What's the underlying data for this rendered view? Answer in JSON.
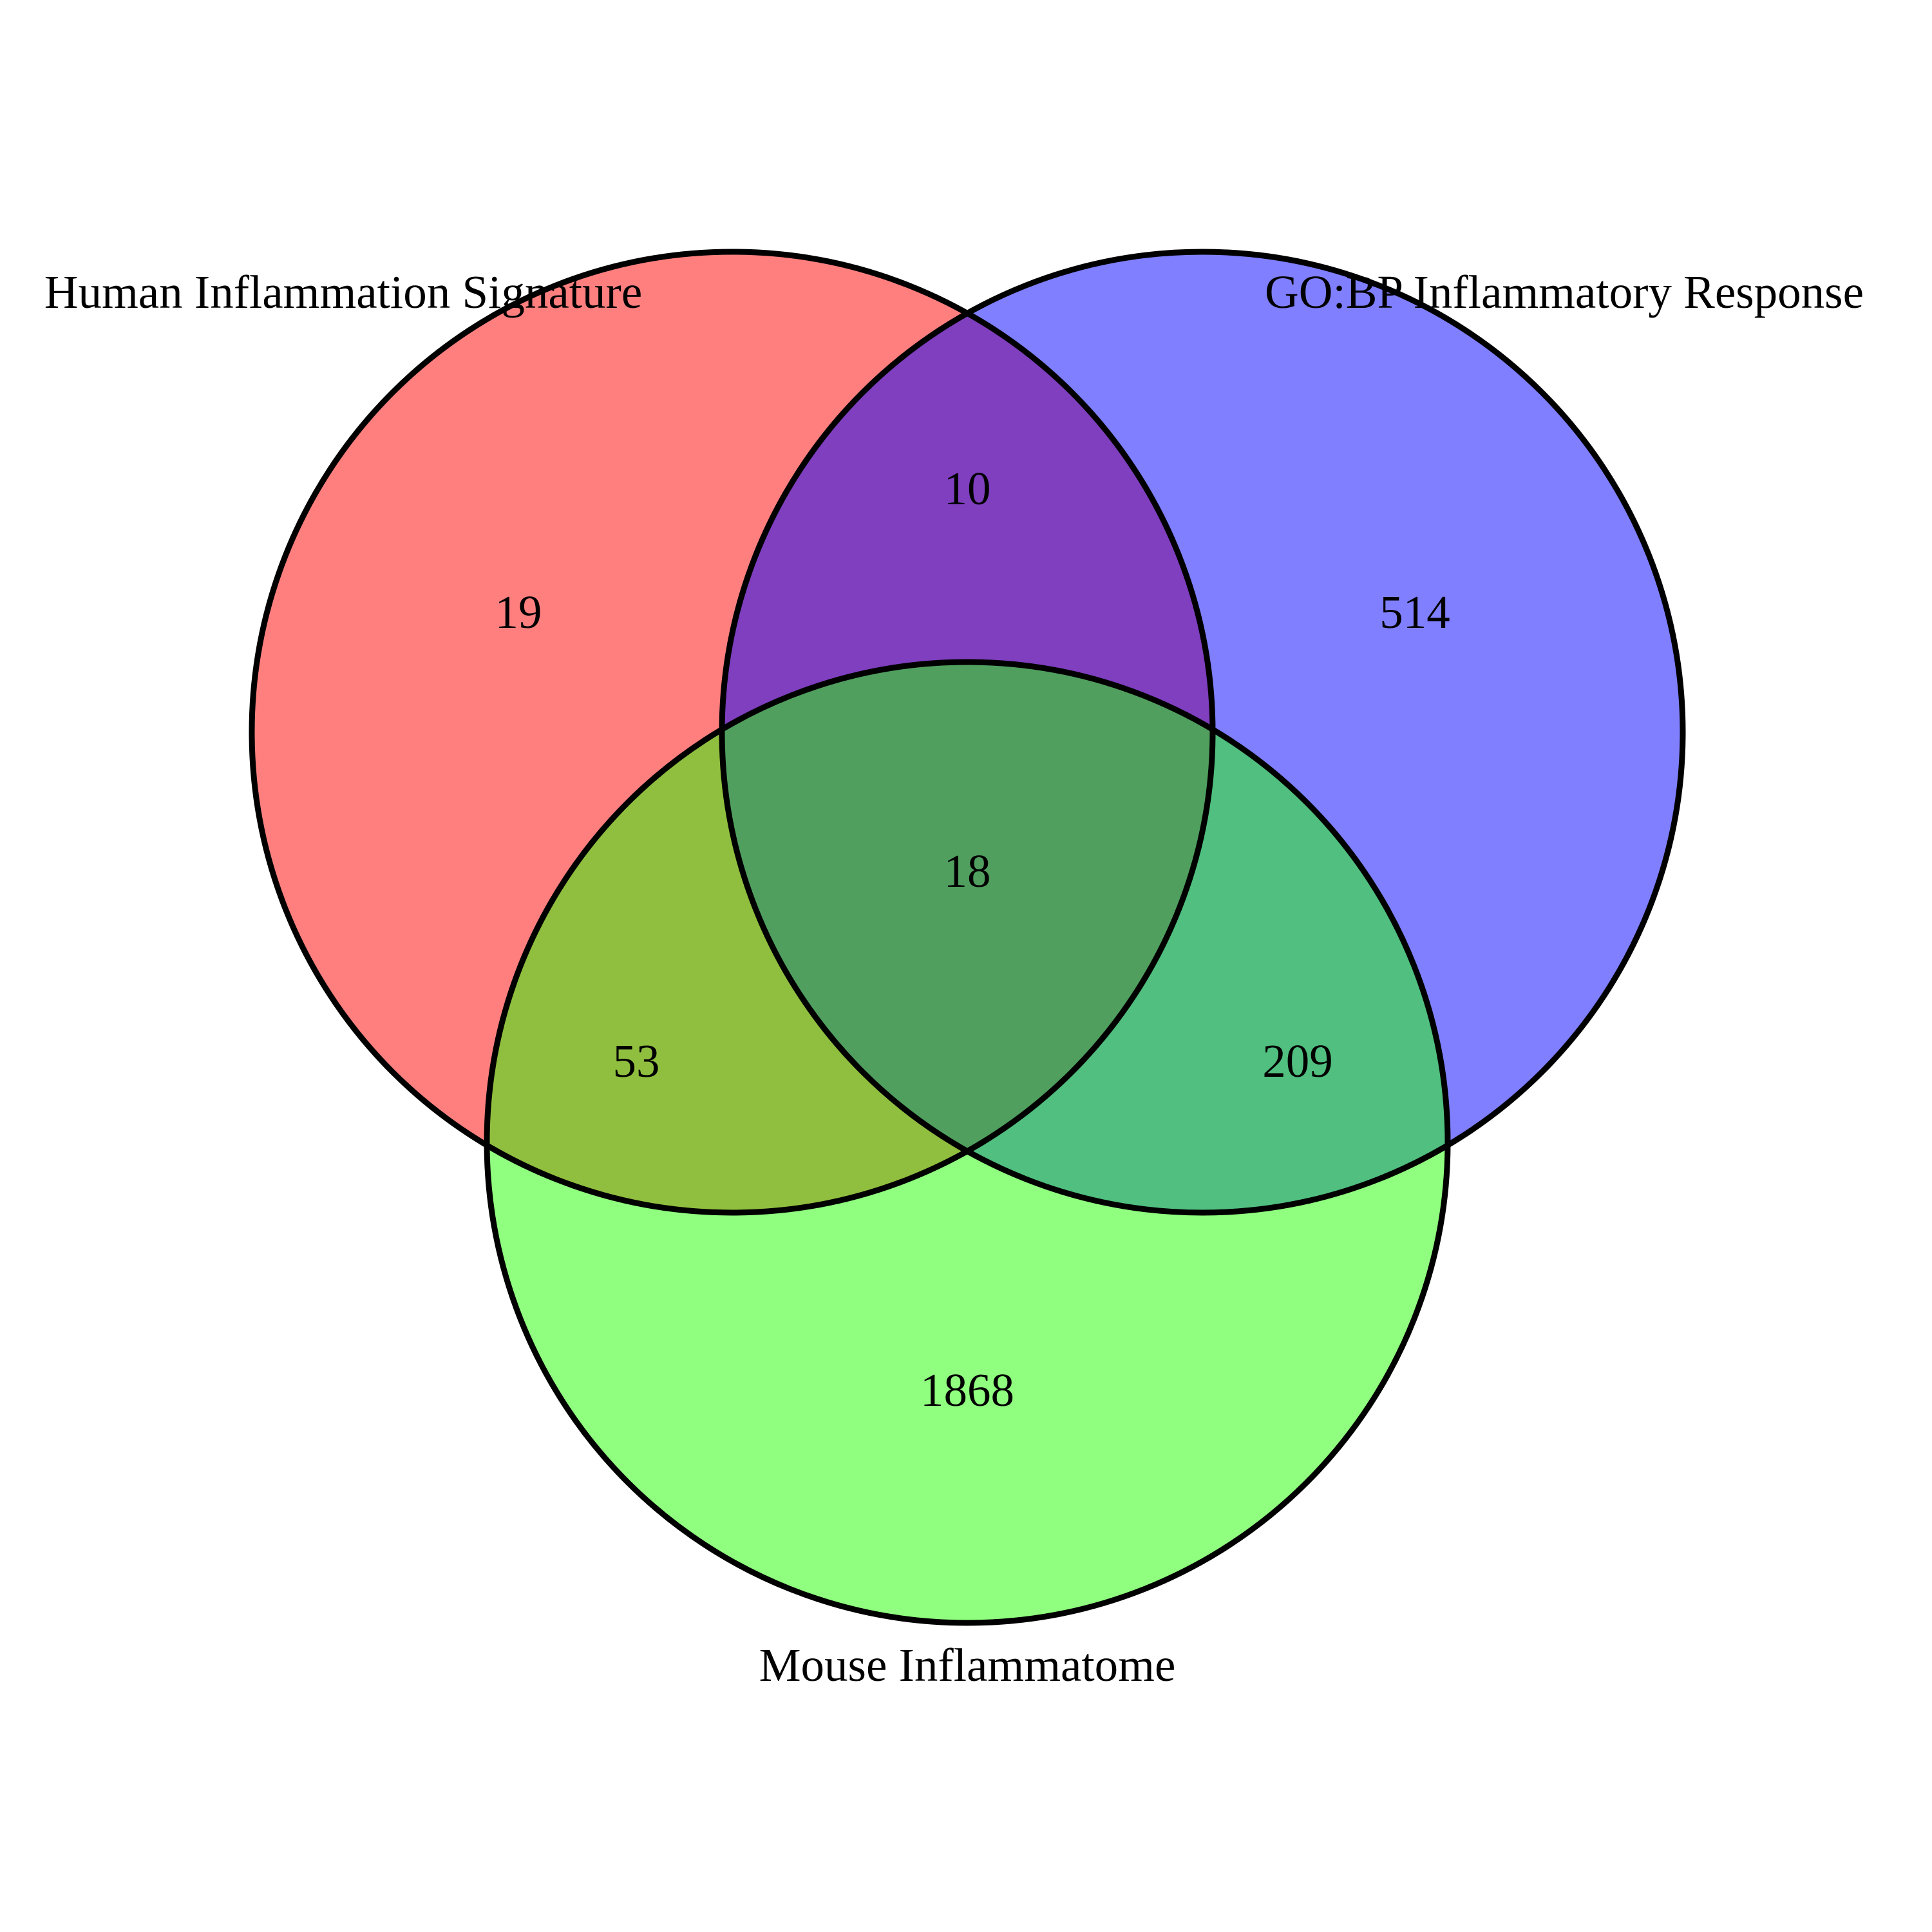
{
  "sets": [
    {
      "id": "human",
      "label": "Human Inflammation Signature",
      "color": "#ff0000",
      "opacity": 0.5
    },
    {
      "id": "gobp",
      "label": "GO:BP Inflammatory Response",
      "color": "#0000ff",
      "opacity": 0.5
    },
    {
      "id": "mouse",
      "label": "Mouse Inflammatome",
      "color": "#22ff00",
      "opacity": 0.5
    }
  ],
  "regions": {
    "human_only": "19",
    "gobp_only": "514",
    "human_gobp": "10",
    "all_three": "18",
    "human_mouse": "53",
    "gobp_mouse": "209",
    "mouse_only": "1868"
  },
  "outline_color": "#000000"
}
